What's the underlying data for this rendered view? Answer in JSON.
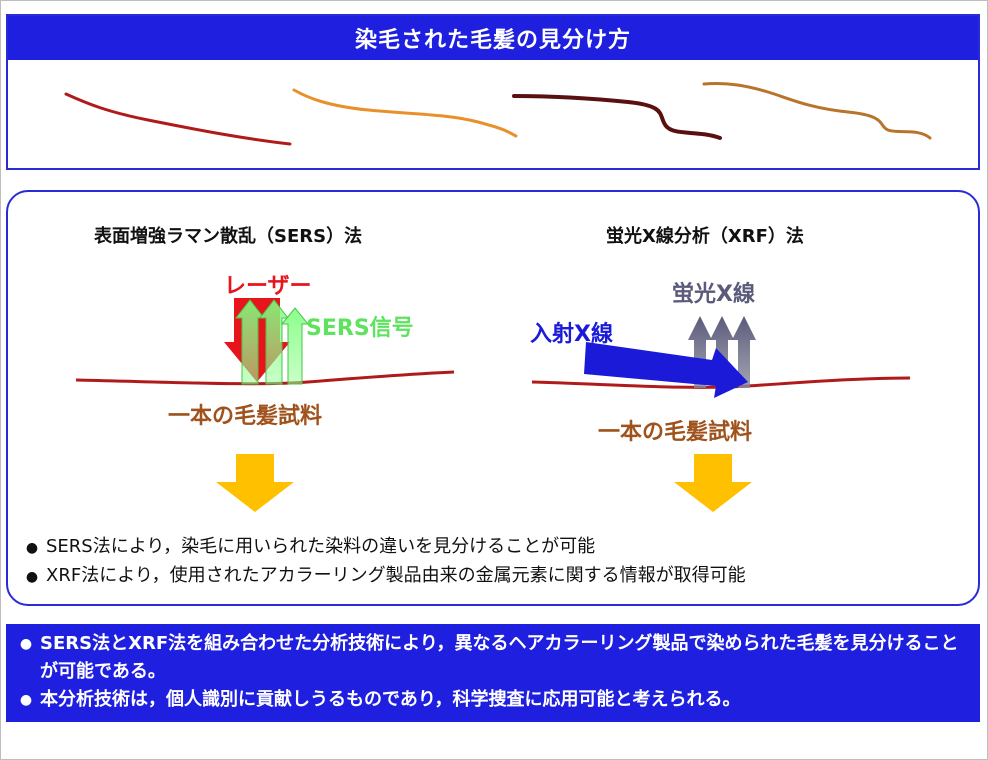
{
  "title": "染毛された毛髪の見分け方",
  "hair_colors": [
    "#b01a1a",
    "#e8912a",
    "#5a1010",
    "#b8742a"
  ],
  "sers": {
    "heading": "表面増強ラマン散乱（SERS）法",
    "laser_label": "レーザー",
    "signal_label": "SERS信号",
    "sample_label": "一本の毛髪試料"
  },
  "xrf": {
    "heading": "蛍光X線分析（XRF）法",
    "incident_label": "入射X線",
    "fluorescence_label": "蛍光X線",
    "sample_label": "一本の毛髪試料"
  },
  "results": [
    "SERS法により，染毛に用いられた染料の違いを見分けることが可能",
    "XRF法により，使用されたアカラーリング製品由来の金属元素に関する情報が取得可能"
  ],
  "conclusions": [
    "SERS法とXRF法を組み合わせた分析技術により，異なるヘアカラーリング製品で染められた毛髪を見分けることが可能である。",
    "本分析技術は，個人識別に貢献しうるものであり，科学捜査に応用可能と考えられる。"
  ],
  "colors": {
    "accent_blue": "#1f1fe0",
    "laser_red": "#e8141c",
    "sers_green": "#5ee35e",
    "xray_blue": "#1a1ad8",
    "fluor_gray": "#5a5a7a",
    "sample_brown": "#a0521c",
    "arrow_yellow": "#ffc000"
  }
}
